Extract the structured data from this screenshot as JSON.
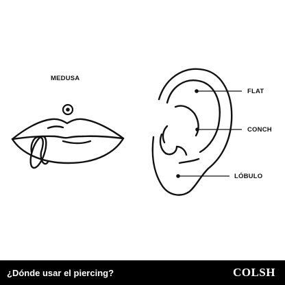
{
  "labels": {
    "medusa": "MEDUSA",
    "flat": "FLAT",
    "conch": "CONCH",
    "lobulo": "LÓBULO"
  },
  "footer": {
    "title": "¿Dónde usar el piercing?",
    "brand": "COLSH"
  },
  "colors": {
    "line": "#111111",
    "footer_bg": "#000000",
    "footer_text": "#ffffff"
  }
}
